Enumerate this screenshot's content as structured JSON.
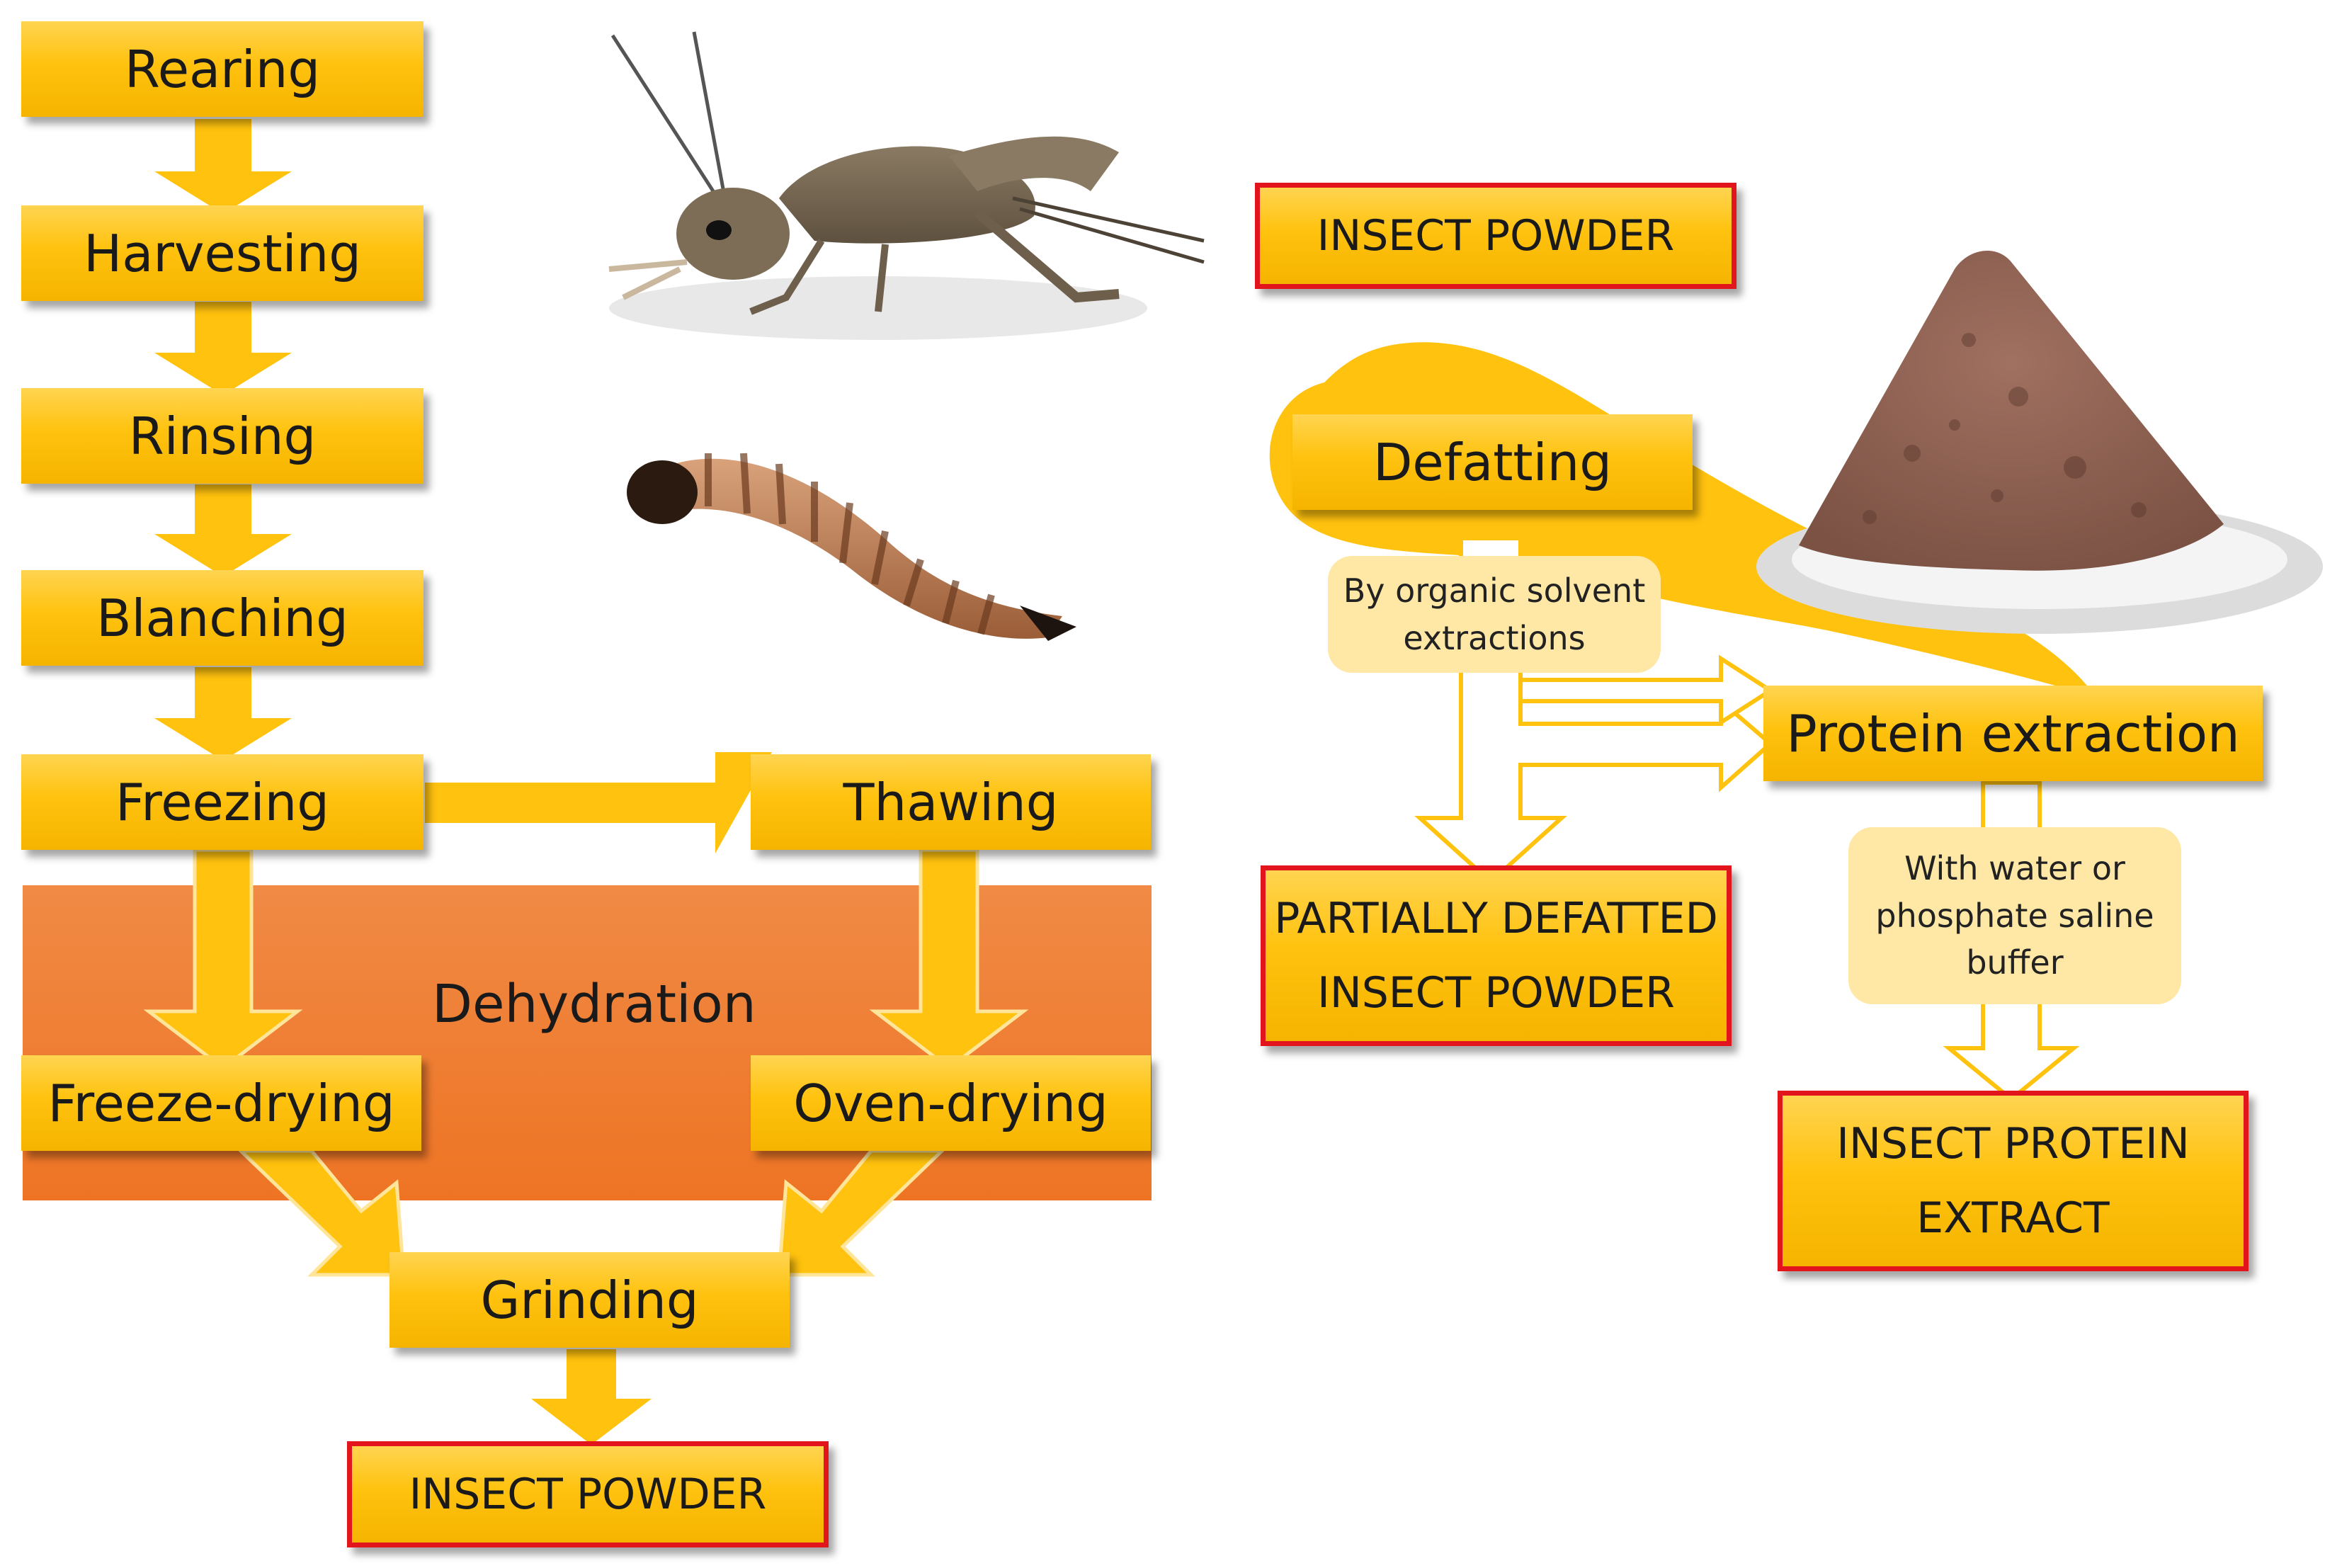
{
  "colors": {
    "step_fill": "#ffc20e",
    "step_fill_light": "#ffd451",
    "output_border": "#e2141c",
    "dehydration_fill": "#f07a2a",
    "note_fill": "#ffe7a5",
    "arrow_fill": "#ffc20e"
  },
  "process": {
    "rearing": "Rearing",
    "harvesting": "Harvesting",
    "rinsing": "Rinsing",
    "blanching": "Blanching",
    "freezing": "Freezing",
    "thawing": "Thawing",
    "dehydration": "Dehydration",
    "freeze_drying": "Freeze-drying",
    "oven_drying": "Oven-drying",
    "grinding": "Grinding",
    "output": "INSECT POWDER"
  },
  "extraction": {
    "input": "INSECT POWDER",
    "defatting": "Defatting",
    "defatting_note": [
      "By organic solvent",
      "extractions"
    ],
    "protein_extraction": "Protein extraction",
    "extraction_note": [
      "With water or",
      "phosphate saline",
      "buffer"
    ],
    "defatted_output": [
      "PARTIALLY DEFATTED",
      "INSECT POWDER"
    ],
    "protein_output": [
      "INSECT PROTEIN",
      "EXTRACT"
    ]
  },
  "illustrations": {
    "cricket": "cricket-illustration",
    "mealworm": "mealworm-illustration",
    "powder": "insect-powder-illustration"
  }
}
